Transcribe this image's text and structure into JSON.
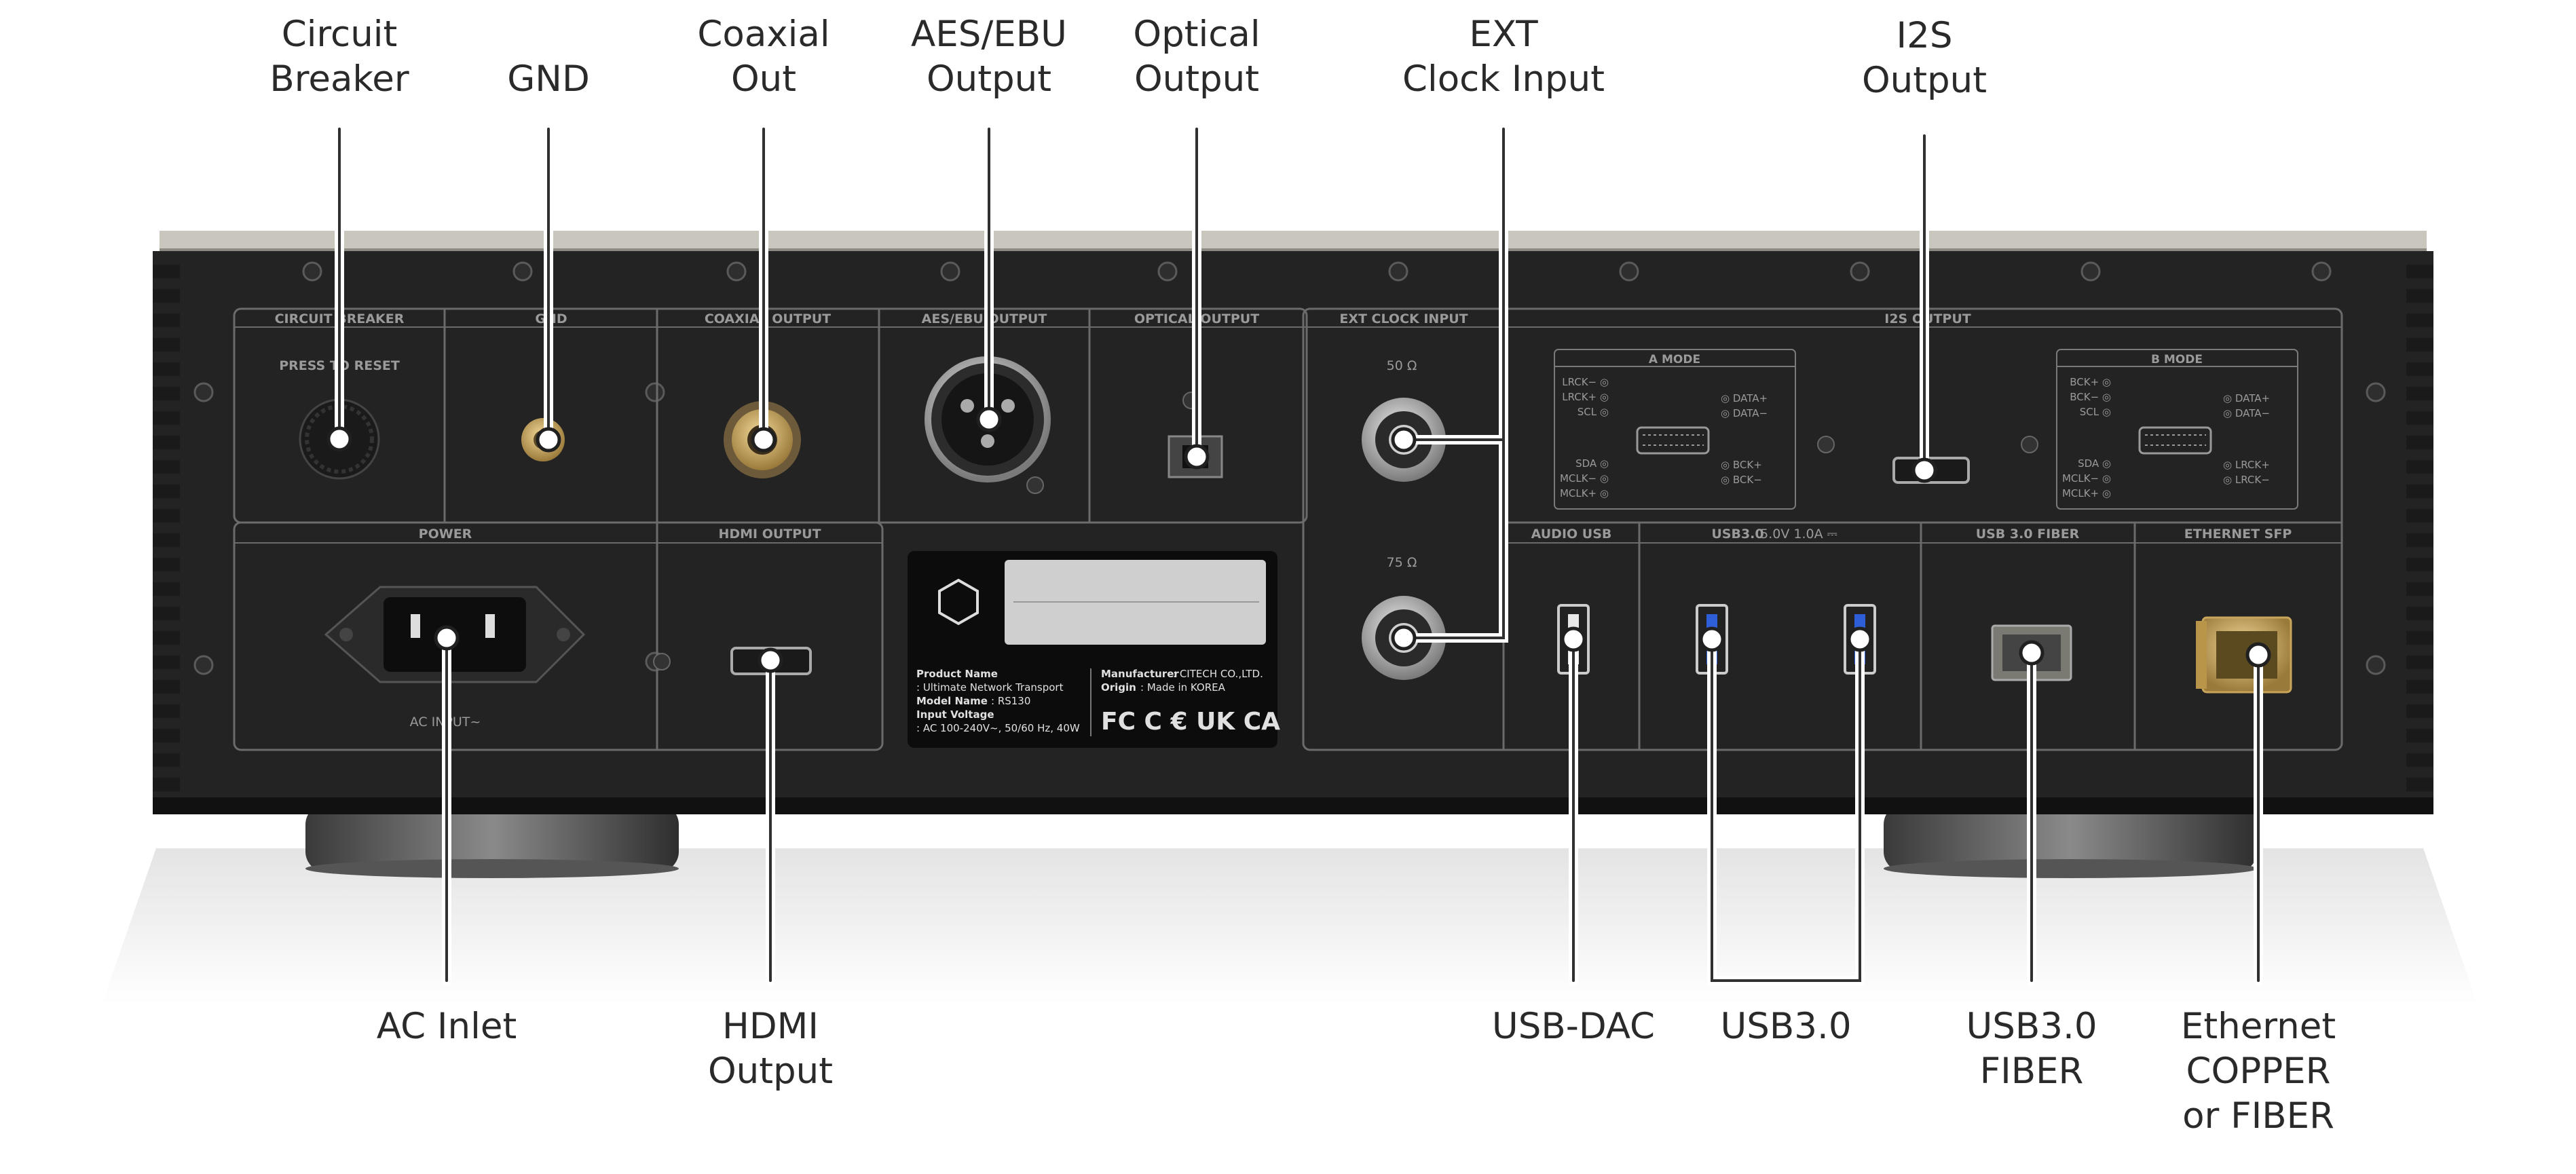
{
  "callouts_top": [
    {
      "id": "circuit-breaker",
      "lines": [
        "Circuit",
        "Breaker"
      ]
    },
    {
      "id": "gnd",
      "lines": [
        "GND"
      ]
    },
    {
      "id": "coaxial-out",
      "lines": [
        "Coaxial",
        "Out"
      ]
    },
    {
      "id": "aes-ebu-output",
      "lines": [
        "AES/EBU",
        "Output"
      ]
    },
    {
      "id": "optical-output",
      "lines": [
        "Optical",
        "Output"
      ]
    },
    {
      "id": "ext-clock-input",
      "lines": [
        "EXT",
        "Clock Input"
      ]
    },
    {
      "id": "i2s-output",
      "lines": [
        "I2S",
        "Output"
      ]
    }
  ],
  "callouts_bottom": [
    {
      "id": "ac-inlet",
      "lines": [
        "AC Inlet"
      ]
    },
    {
      "id": "hdmi-output",
      "lines": [
        "HDMI",
        "Output"
      ]
    },
    {
      "id": "usb-dac",
      "lines": [
        "USB-DAC"
      ]
    },
    {
      "id": "usb3",
      "lines": [
        "USB3.0"
      ]
    },
    {
      "id": "usb3-fiber",
      "lines": [
        "USB3.0",
        "FIBER"
      ]
    },
    {
      "id": "ethernet",
      "lines": [
        "Ethernet",
        "COPPER",
        "or FIBER"
      ]
    }
  ],
  "panel": {
    "sections": {
      "circuit_breaker": "CIRCUIT BREAKER",
      "press_to_reset": "PRESS TO RESET",
      "gnd": "GND",
      "coaxial_output": "COAXIAL OUTPUT",
      "aes_ebu_output": "AES/EBU OUTPUT",
      "optical_output": "OPTICAL OUTPUT",
      "ext_clock_input": "EXT CLOCK INPUT",
      "i2s_output": "I2S OUTPUT",
      "power": "POWER",
      "hdmi_output": "HDMI OUTPUT",
      "audio_usb": "AUDIO USB",
      "usb30": "USB3.0",
      "usb30_rating": "5.0V 1.0A ⎓",
      "usb30_fiber": "USB 3.0 FIBER",
      "ethernet_sfp": "ETHERNET SFP",
      "ac_input": "AC INPUT~",
      "ohm50": "50 Ω",
      "ohm75": "75 Ω"
    },
    "a_mode": {
      "title": "A MODE",
      "left_pins": [
        "LRCK−",
        "LRCK+",
        "SCL",
        "SDA",
        "MCLK−",
        "MCLK+"
      ],
      "right_pins": [
        "DATA+",
        "DATA−",
        "BCK+",
        "BCK−"
      ]
    },
    "b_mode": {
      "title": "B MODE",
      "left_pins": [
        "BCK+",
        "BCK−",
        "SCL",
        "SDA",
        "MCLK−",
        "MCLK+"
      ],
      "right_pins": [
        "DATA+",
        "DATA−",
        "LRCK+",
        "LRCK−"
      ]
    },
    "spec_label": {
      "product_name_label": "Product Name",
      "product_name_value": ": Ultimate Network Transport",
      "model_name_label": "Model Name",
      "model_name_value": ": RS130",
      "input_voltage_label": "Input Voltage",
      "input_voltage_value": ": AC 100-240V~, 50/60 Hz, 40W",
      "manufacturer_label": "Manufacturer",
      "manufacturer_value": ": CITECH CO.,LTD.",
      "origin_label": "Origin",
      "origin_value": ": Made in KOREA",
      "cert_marks": "FC C € UK CA"
    }
  }
}
